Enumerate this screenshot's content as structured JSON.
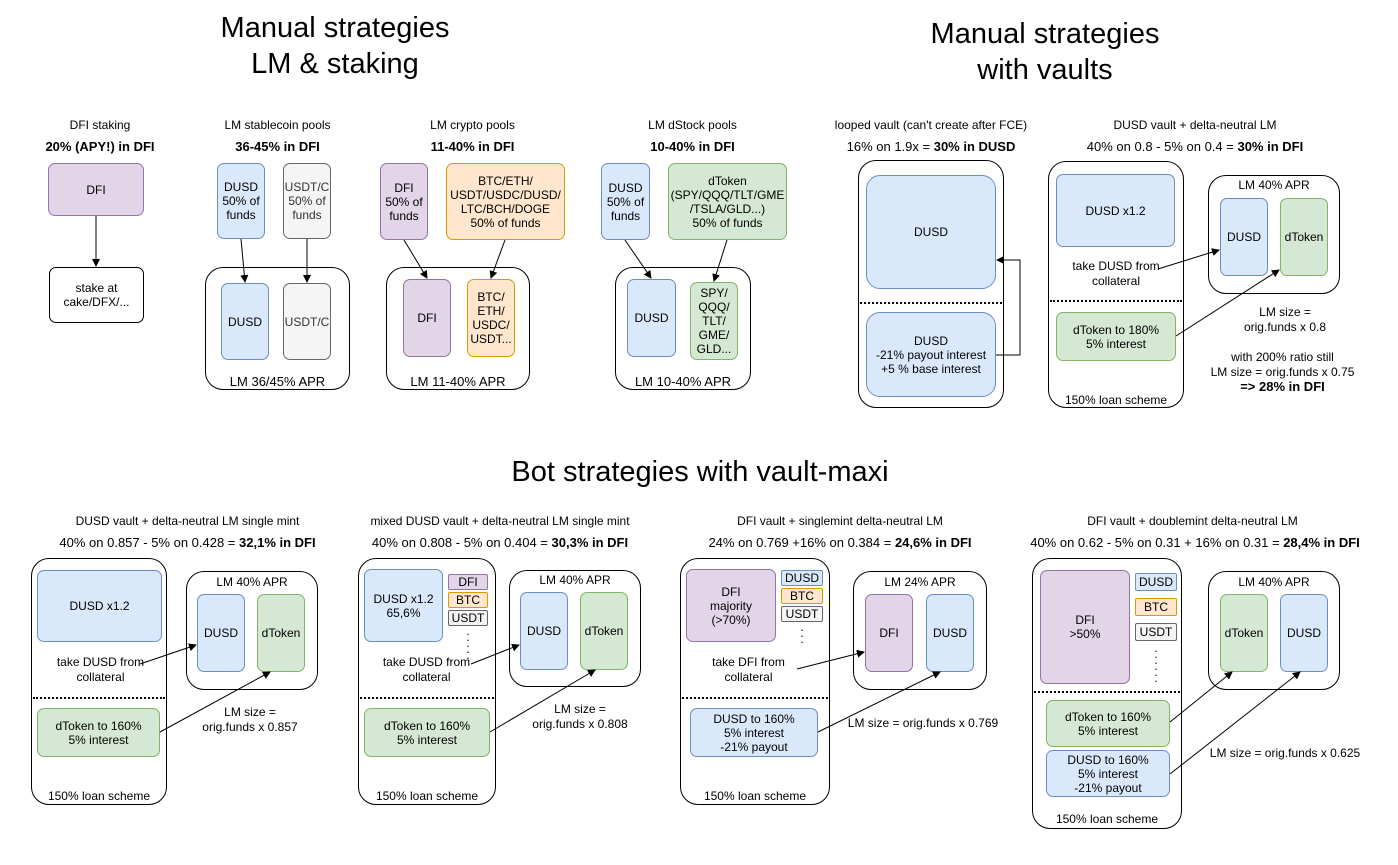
{
  "titles": {
    "manual_lm": "Manual strategies\nLM & staking",
    "manual_vaults": "Manual strategies\nwith vaults",
    "bot": "Bot strategies with vault-maxi"
  },
  "colors": {
    "purple": "#e1d5e7",
    "blue": "#dae8fc",
    "grey": "#f5f5f5",
    "orange": "#ffe6cc",
    "green": "#d5e8d4"
  },
  "dfi_staking": {
    "header": "DFI staking",
    "rate": "20% (APY!) in DFI",
    "dfi": "DFI",
    "stake": "stake at\ncake/DFX/..."
  },
  "lm_stable": {
    "header": "LM stablecoin pools",
    "rate": "36-45% in DFI",
    "dusd": "DUSD\n50% of\nfunds",
    "usdt": "USDT/C\n50% of\nfunds",
    "pool_dusd": "DUSD",
    "pool_usdt": "USDT/C",
    "pool_label": "LM 36/45% APR"
  },
  "lm_crypto": {
    "header": "LM crypto pools",
    "rate": "11-40% in DFI",
    "dfi": "DFI\n50% of\nfunds",
    "coins": "BTC/ETH/\nUSDT/USDC/DUSD/\nLTC/BCH/DOGE\n50% of funds",
    "pool_dfi": "DFI",
    "pool_coins": "BTC/\nETH/\nUSDC/\nUSDT...",
    "pool_label": "LM 11-40% APR"
  },
  "lm_dstock": {
    "header": "LM dStock pools",
    "rate": "10-40% in DFI",
    "dusd": "DUSD\n50% of\nfunds",
    "dtoken": "dToken\n(SPY/QQQ/TLT/GME\n/TSLA/GLD...)\n50% of funds",
    "pool_dusd": "DUSD",
    "pool_stocks": "SPY/\nQQQ/\nTLT/\nGME/\nGLD...",
    "pool_label": "LM 10-40% APR"
  },
  "looped": {
    "header": "looped vault (can't create after FCE)",
    "rate_plain": "16% on 1.9x = ",
    "rate_bold": "30% in DUSD",
    "top": "DUSD",
    "bottom": "DUSD\n-21% payout interest\n+5 % base interest"
  },
  "dusd_vault": {
    "header": "DUSD vault + delta-neutral LM",
    "rate_plain": "40% on 0.8 - 5% on 0.4 = ",
    "rate_bold": "30% in DFI",
    "collateral": "DUSD x1.2",
    "take": "take DUSD from\ncollateral",
    "loan": "dToken to 180%\n5% interest",
    "scheme": "150% loan scheme",
    "lm_title": "LM 40% APR",
    "lm_dusd": "DUSD",
    "lm_dtoken": "dToken",
    "lm_size": "LM size =\norig.funds x 0.8",
    "note": "with 200% ratio still\nLM size = orig.funds x 0.75",
    "note_bold": "=> 28% in DFI"
  },
  "bot1": {
    "header": "DUSD vault + delta-neutral LM single mint",
    "rate_plain": "40% on 0.857 - 5% on 0.428 = ",
    "rate_bold": "32,1% in DFI",
    "collateral": "DUSD x1.2",
    "take": "take DUSD from\ncollateral",
    "loan": "dToken to 160%\n5% interest",
    "scheme": "150% loan scheme",
    "lm_title": "LM 40% APR",
    "lm_a": "DUSD",
    "lm_b": "dToken",
    "lm_size": "LM size =\norig.funds x 0.857"
  },
  "bot2": {
    "header": "mixed DUSD vault + delta-neutral LM single mint",
    "rate_plain": "40% on 0.808 - 5% on 0.404 = ",
    "rate_bold": "30,3% in DFI",
    "collateral": "DUSD x1.2\n65,6%",
    "chips": [
      "DFI",
      "BTC",
      "USDT"
    ],
    "take": "take DUSD from\ncollateral",
    "loan": "dToken to 160%\n5% interest",
    "scheme": "150% loan scheme",
    "lm_title": "LM 40% APR",
    "lm_a": "DUSD",
    "lm_b": "dToken",
    "lm_size": "LM size =\norig.funds x 0.808"
  },
  "bot3": {
    "header": "DFI vault + singlemint delta-neutral LM",
    "rate_plain": "24% on 0.769 +16% on 0.384 = ",
    "rate_bold": "24,6% in DFI",
    "collateral": "DFI\nmajority\n(>70%)",
    "chips": [
      "DUSD",
      "BTC",
      "USDT"
    ],
    "take": "take DFI from\ncollateral",
    "loan": "DUSD to 160%\n5% interest\n-21% payout",
    "scheme": "150% loan scheme",
    "lm_title": "LM 24% APR",
    "lm_a": "DFI",
    "lm_b": "DUSD",
    "lm_size": "LM size = orig.funds x 0.769"
  },
  "bot4": {
    "header": "DFI vault + doublemint delta-neutral LM",
    "rate_plain": "40% on 0.62 - 5% on 0.31 + 16% on 0.31 = ",
    "rate_bold": "28,4% in DFI",
    "collateral": "DFI\n>50%",
    "chips": [
      "DUSD",
      "BTC",
      "USDT"
    ],
    "loan1": "dToken to 160%\n5% interest",
    "loan2": "DUSD to 160%\n5% interest\n-21% payout",
    "scheme": "150% loan scheme",
    "lm_title": "LM 40% APR",
    "lm_a": "dToken",
    "lm_b": "DUSD",
    "lm_size": "LM size = orig.funds x 0.625"
  }
}
